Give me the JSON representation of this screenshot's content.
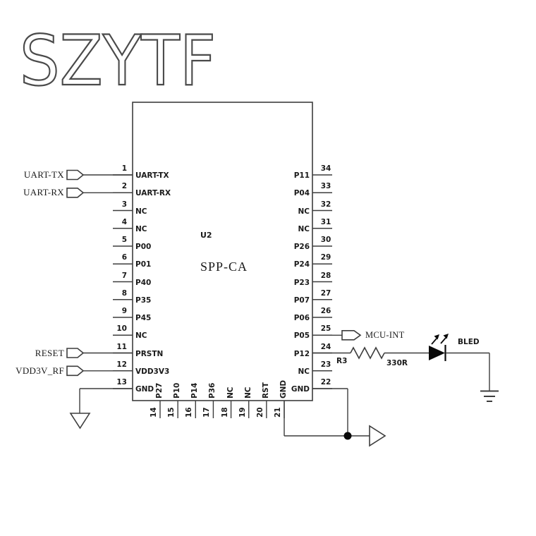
{
  "watermark": "SZYTF",
  "ic": {
    "refdes": "U2",
    "part": "SPP-CA",
    "left_pins": [
      {
        "num": "1",
        "name": "UART-TX"
      },
      {
        "num": "2",
        "name": "UART-RX"
      },
      {
        "num": "3",
        "name": "NC"
      },
      {
        "num": "4",
        "name": "NC"
      },
      {
        "num": "5",
        "name": "P00"
      },
      {
        "num": "6",
        "name": "P01"
      },
      {
        "num": "7",
        "name": "P40"
      },
      {
        "num": "8",
        "name": "P35"
      },
      {
        "num": "9",
        "name": "P45"
      },
      {
        "num": "10",
        "name": "NC"
      },
      {
        "num": "11",
        "name": "PRSTN"
      },
      {
        "num": "12",
        "name": "VDD3V3"
      },
      {
        "num": "13",
        "name": "GND"
      }
    ],
    "right_pins": [
      {
        "num": "34",
        "name": "P11"
      },
      {
        "num": "33",
        "name": "P04"
      },
      {
        "num": "32",
        "name": "NC"
      },
      {
        "num": "31",
        "name": "NC"
      },
      {
        "num": "30",
        "name": "P26"
      },
      {
        "num": "29",
        "name": "P24"
      },
      {
        "num": "28",
        "name": "P23"
      },
      {
        "num": "27",
        "name": "P07"
      },
      {
        "num": "26",
        "name": "P06"
      },
      {
        "num": "25",
        "name": "P05"
      },
      {
        "num": "24",
        "name": "P12"
      },
      {
        "num": "23",
        "name": "NC"
      },
      {
        "num": "22",
        "name": "GND"
      }
    ],
    "bottom_pins": [
      {
        "num": "14",
        "name": "P27"
      },
      {
        "num": "15",
        "name": "P10"
      },
      {
        "num": "16",
        "name": "P14"
      },
      {
        "num": "17",
        "name": "P36"
      },
      {
        "num": "18",
        "name": "NC"
      },
      {
        "num": "19",
        "name": "NC"
      },
      {
        "num": "20",
        "name": "RST"
      },
      {
        "num": "21",
        "name": "GND"
      }
    ]
  },
  "net_labels": {
    "uart_tx": "UART-TX",
    "uart_rx": "UART-RX",
    "reset": "RESET",
    "vdd_rf": "VDD3V_RF",
    "mcu_int": "MCU-INT"
  },
  "components": {
    "resistor_ref": "R3",
    "resistor_value": "330R",
    "led_label": "BLED"
  },
  "colors": {
    "line": "#3d3d3d",
    "text": "#1a1a1a",
    "watermark_stroke": "#4a4a4a",
    "background": "#ffffff"
  }
}
